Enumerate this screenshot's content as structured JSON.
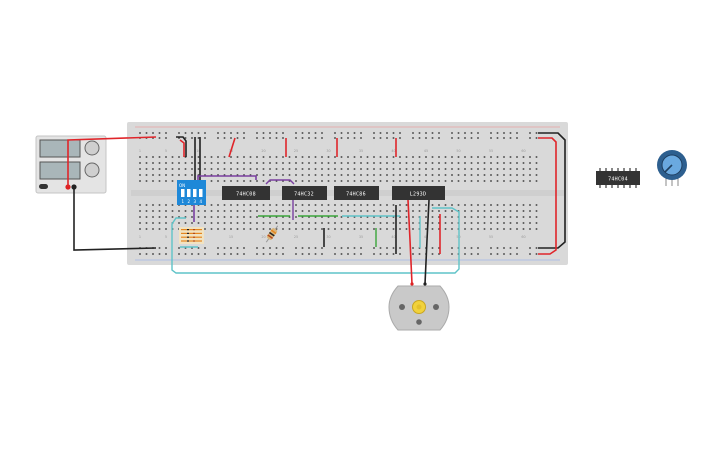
{
  "chips": {
    "c1": {
      "label": "74HC08"
    },
    "c2": {
      "label": "74HC32"
    },
    "c3": {
      "label": "74HC86"
    },
    "c4": {
      "label": "L293D"
    },
    "spare": {
      "label": "74HC04"
    }
  },
  "dip_switch": {
    "on_label": "ON",
    "positions": [
      "1",
      "2",
      "3",
      "4"
    ]
  },
  "breadboard": {
    "column_ticks": [
      "1",
      "5",
      "10",
      "15",
      "20",
      "25",
      "30",
      "35",
      "40",
      "45",
      "50",
      "55",
      "60"
    ]
  },
  "colors": {
    "board": "#d9d9d9",
    "wire_red": "#e0252a",
    "wire_black": "#222222",
    "wire_teal": "#5fc3c8",
    "wire_purple": "#7a3fa0",
    "wire_green": "#3aa63a",
    "chip": "#333333",
    "dip": "#1e88d8",
    "pot": "#2d5f8f"
  }
}
